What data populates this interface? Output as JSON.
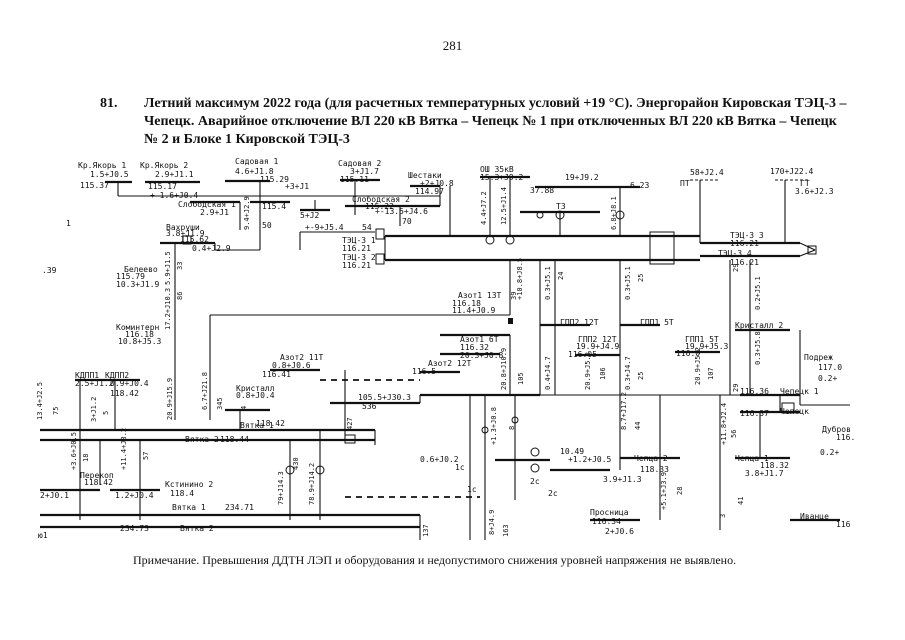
{
  "page_number": "281",
  "caption": {
    "number": "81.",
    "text": "Летний максимум 2022 года (для расчетных температурных условий +19 °С). Энергорайон Кировская ТЭЦ-3 – Чепецк. Аварийное отключение ВЛ 220 кВ Вятка – Чепецк № 1 при отключенных ВЛ 220 кВ Вятка – Чепецк № 2 и Блоке 1 Кировской ТЭЦ-3"
  },
  "note": "Примечание. Превышения ДДТН ЛЭП и оборудования и недопустимого снижения уровней напряжения не выявлено.",
  "diagram": {
    "labels": {
      "kr_yakor1": "Кр.Якорь 1",
      "kr_yakor2": "Кр.Якорь 2",
      "kr1_pw": "1.5+J0.5",
      "kr2_pw": "2.9+J1.1",
      "v115_37": "115.37",
      "v115_17": "115.17",
      "sadovaya1": "Садовая 1",
      "sad1_pw": "4.6+J1.8",
      "v115_29": "115.29",
      "sadovaya2": "Садовая 2",
      "sad2_pw": "3+J1.7",
      "v115_11": "115.11",
      "shestaki": "Шестаки",
      "shest_pw": "+2+J0.8",
      "v114_97": "114.97",
      "osh": "ОШ 35кВ",
      "osh_pw": "15.3+J9.2",
      "v37_88": "37.88",
      "p19": "19+J9.2",
      "v6_23": "6.23",
      "pt": "ПТ",
      "pt_pw": "58+J2.4",
      "gt": "ГТ",
      "gt_pw": "170+J22.4",
      "gt_pw2": "3.6+J2.3",
      "m1_6": "+-1.6+J0.4",
      "p3j1": "+3+J1",
      "slob1": "Слободская 1",
      "slob1_pw": "2.9+J1",
      "v115_4": "115.4",
      "slob2": "Слободская 2",
      "v115_22": "115.22",
      "p5j2": "5+J2",
      "p13_5": "+-13.5+J4.6",
      "v50": "50",
      "v70": "70",
      "vahrushi": "Вахруши",
      "vahr_pw": "3.8+J1.9",
      "v115_62": "115.62",
      "vahr_pw2": "0.4+J2.9",
      "p9j5": "+-9+J5.4",
      "v54": "54",
      "tec3_1": "ТЭЦ-3 1",
      "v116_21a": "116.21",
      "tec3_2": "ТЭЦ-3 2",
      "v116_21b": "116.21",
      "t3": "Т3",
      "tec3_3": "ТЭЦ-3 3",
      "v116_21c": "116.21",
      "tec3_4": "ТЭЦ-3 4",
      "v116_21d": "116.21",
      "v39": ".39",
      "beleevo": "Белеево",
      "v115_79": "115.79",
      "bel_pw": "10.3+J1.9",
      "kominterm": "Коминтерн",
      "v116_18": "116.18",
      "komi_pw": "10.8+J5.3",
      "azot1_13t": "Азот1 13Т",
      "v116_18b": "116.18",
      "az_pw": "11.4+J0.9",
      "azot1_6t": "Азот1 6Т",
      "v116_32": "116.32",
      "az6_pw": "20.3+J0.8",
      "gpp2_12t": "ГПП2 12Т",
      "gpp1_5t": "ГПП1 5Т",
      "gpp2_12t_b": "ГПП2 12Т",
      "gpp2_pw": "19.9+J4.9",
      "v116_05": "116.05",
      "gpp1_5t_b": "ГПП1 5Т",
      "gpp1_pw": "19.9+J5.3",
      "v116_0": "116.0",
      "kristall2": "Кристалл 2",
      "podrezh": "Подреж",
      "v117_0": "117.0",
      "v0_2": "0.2+",
      "kdpp1": "КДПП1",
      "kdpp2": "КДПП2",
      "kd1_pw": "2.5+J1.2",
      "kd2_pw": "0.9+J0.4",
      "v118_42": "118.42",
      "azot2_11t": "Азот2 11Т",
      "az2_pw": "0.8+J0.6",
      "v116_41": "116.41",
      "azot2_12t": "Азот2 12Т",
      "v116_5": "116.5",
      "kristall": "Кристалл",
      "kr_pw": "0.8+J0.4",
      "v118_42b": "118.42",
      "p105": "105.5+J30.3",
      "v536": "536",
      "v116_36": "116.36",
      "chepetsk1": "Чепецк 1",
      "v116_37": "116.37",
      "chepetsk": "Чепецк",
      "dubrov": "Дубров",
      "v116": "116.",
      "vyatka1": "Вятка 1",
      "vyatka2": "Вятка 2",
      "v118_44": "118.44",
      "perekop": "Перекоп",
      "v118_42c": "118.42",
      "p2_1": "2+J0.1",
      "kstinino2": "Кстинино 2",
      "ks_pw": "1.2+J0.4",
      "v118_4": "118.4",
      "p06": "0.6+J0.2",
      "v1c": "1с",
      "v10_49": "10.49",
      "p1_2": "+1.2+J0.5",
      "v2c": "2с",
      "chepts2": "Чепца 2",
      "v118_33": "118.33",
      "p3_9": "3.9+J1.3",
      "chepts1": "Чепца 1",
      "v118_32": "118.32",
      "p3_8": "3.8+J1.7",
      "v0_2b": "0.2+",
      "vyatka1_b": "Вятка 1",
      "v234_71": "234.71",
      "v234_73": "234.73",
      "vyatka2_b": "Вятка 2",
      "prosnitsa": "Просница",
      "v116_34": "116.34",
      "pr_pw": "2+J0.6",
      "ivantse": "Иванце",
      "v116b": "116",
      "v2c_b": "2с",
      "v1c_b": "1с",
      "v1": "1",
      "vo1": "ю1"
    },
    "flows": {
      "f1": "9.4+J2.9",
      "f2": "5.9+J1.5",
      "f3": "17.2+J10.3",
      "f4": "4.4+J7.2",
      "f5": "12.5+J1.4",
      "f6": "6.8+J8.1",
      "f7": "0.3+J5.1",
      "f8": "0.3+J5.1",
      "f9": "0.2+J5.1",
      "f10": "+10.8+J8.5",
      "f11": "20.8+J10.9",
      "f12": "0.4+J4.7",
      "f13": "20.9+J5.2",
      "f14": "0.3+J4.7",
      "f15": "20.9+J5.2",
      "f16": "0.3+J5.8",
      "f17": "6.7+J21.8",
      "f18": "20.9+J15.9",
      "f19": "13.4+J2.5",
      "f20": "+3.6+J0.5",
      "f21": "+11.4+J3.2",
      "f22": "3+J1.2",
      "f23": "79+J14.3",
      "f24": "78.9+J14.2",
      "f25": "8.7+J17.2",
      "f26": "+1.3+J0.8",
      "f27": "+5.1+J3.9",
      "f28": "+11.8+J2.4",
      "f29": "8+J4.9"
    },
    "numbers": {
      "n33": "33",
      "n86": "86",
      "n345": "345",
      "n4": "4",
      "n75": "75",
      "n5": "5",
      "n18": "18",
      "n57": "57",
      "n427": "427",
      "n430": "430",
      "n39": "39",
      "n24": "24",
      "n25": "25",
      "n105": "105",
      "n106": "106",
      "n107": "107",
      "n25b": "25",
      "n29": "29",
      "n29b": "29",
      "n44": "44",
      "n8": "8",
      "n28": "28",
      "n56": "56",
      "n41": "41",
      "n3": "3",
      "n163": "163",
      "n137": "137"
    }
  }
}
